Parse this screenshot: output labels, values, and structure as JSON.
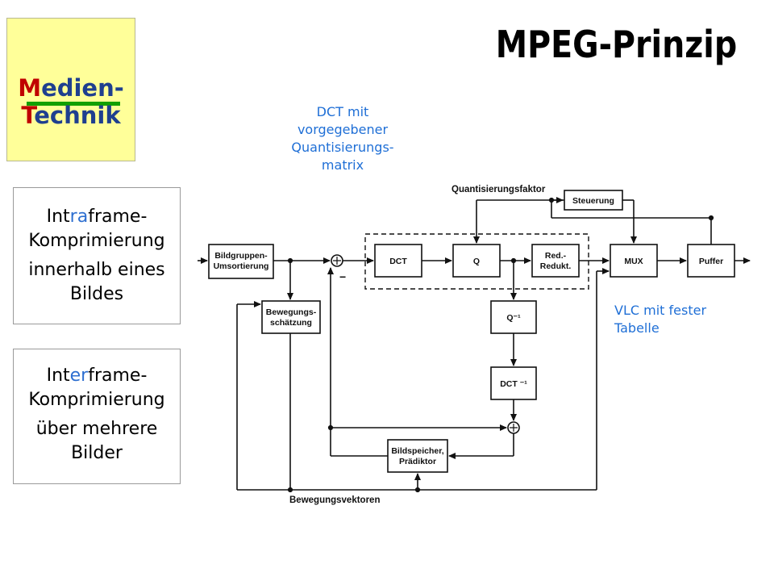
{
  "logo": {
    "line1": "Medien-",
    "line2": "Technik",
    "line1_cap": "M",
    "line2_cap": "T"
  },
  "title": "MPEG-Prinzip",
  "intraframe": {
    "word_pre": "Int",
    "word_hl": "ra",
    "word_post": "frame-",
    "line2": "Komprimierung",
    "desc1": "innerhalb eines",
    "desc2": "Bildes"
  },
  "interframe": {
    "word_pre": "Int",
    "word_hl": "er",
    "word_post": "frame-",
    "line2": "Komprimierung",
    "desc1": "über mehrere",
    "desc2": "Bilder"
  },
  "notes": {
    "dct": [
      "DCT mit",
      "vorgegebener",
      "Quantisierungs-",
      "matrix"
    ],
    "vlc": [
      "VLC mit fester",
      "Tabelle"
    ]
  },
  "diagram": {
    "bildgruppen_1": "Bildgruppen-",
    "bildgruppen_2": "Umsortierung",
    "bewegung_1": "Bewegungs-",
    "bewegung_2": "schätzung",
    "dct": "DCT",
    "q": "Q",
    "red_1": "Red.-",
    "red_2": "Redukt.",
    "qinv": "Q⁻¹",
    "dctinv": "DCT ⁻¹",
    "bildspeicher_1": "Bildspeicher,",
    "bildspeicher_2": "Prädiktor",
    "mux": "MUX",
    "puffer": "Puffer",
    "steuerung": "Steuerung",
    "quantisierungsfaktor": "Quantisierungsfaktor",
    "bewegungsvektoren": "Bewegungsvektoren",
    "minus": "−",
    "plus": "+"
  },
  "colors": {
    "accent_blue": "#1f6fd6",
    "logo_bg": "#ffff99",
    "logo_bar": "#12a000",
    "logo_red": "#c00000",
    "logo_text": "#1f3f8f"
  }
}
